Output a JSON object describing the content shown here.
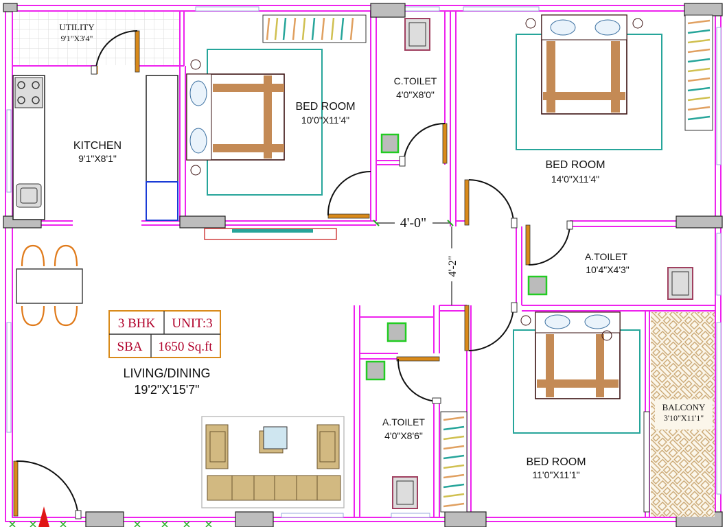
{
  "colors": {
    "wall": "#ee22ee",
    "door": "#d98a1a",
    "bed_wood": "#c48a55",
    "bed_outline": "#3a1010",
    "rug": "#26a59a",
    "fixture_green": "#22cc22",
    "sofa": "#d2b981",
    "info_text": "#b0002a",
    "balcony": "#d4b98a",
    "window_grey": "#bdbdbd"
  },
  "rooms": {
    "utility": {
      "name": "UTILITY",
      "dim": "9'1\"X3'4\""
    },
    "kitchen": {
      "name": "KITCHEN",
      "dim": "9'1\"X8'1\""
    },
    "bedroom_1": {
      "name": "BED ROOM",
      "dim": "10'0\"X11'4\""
    },
    "c_toilet": {
      "name": "C.TOILET",
      "dim": "4'0\"X8'0\""
    },
    "bedroom_2": {
      "name": "BED ROOM",
      "dim": "14'0\"X11'4\""
    },
    "a_toilet_1": {
      "name": "A.TOILET",
      "dim": "10'4\"X4'3\""
    },
    "living": {
      "name": "LIVING/DINING",
      "dim": "19'2\"X'15'7\""
    },
    "a_toilet_2": {
      "name": "A.TOILET",
      "dim": "4'0\"X8'6\""
    },
    "bedroom_3": {
      "name": "BED ROOM",
      "dim": "11'0\"X11'1\""
    },
    "balcony": {
      "name": "BALCONY",
      "dim": "3'10\"X11'1\""
    }
  },
  "dimensions": {
    "horizontal": "4'-0\"",
    "vertical": "4'-2\""
  },
  "info_box": {
    "type": "3 BHK",
    "unit": "UNIT:3",
    "sba_label": "SBA",
    "sba_value": "1650 Sq.ft"
  }
}
